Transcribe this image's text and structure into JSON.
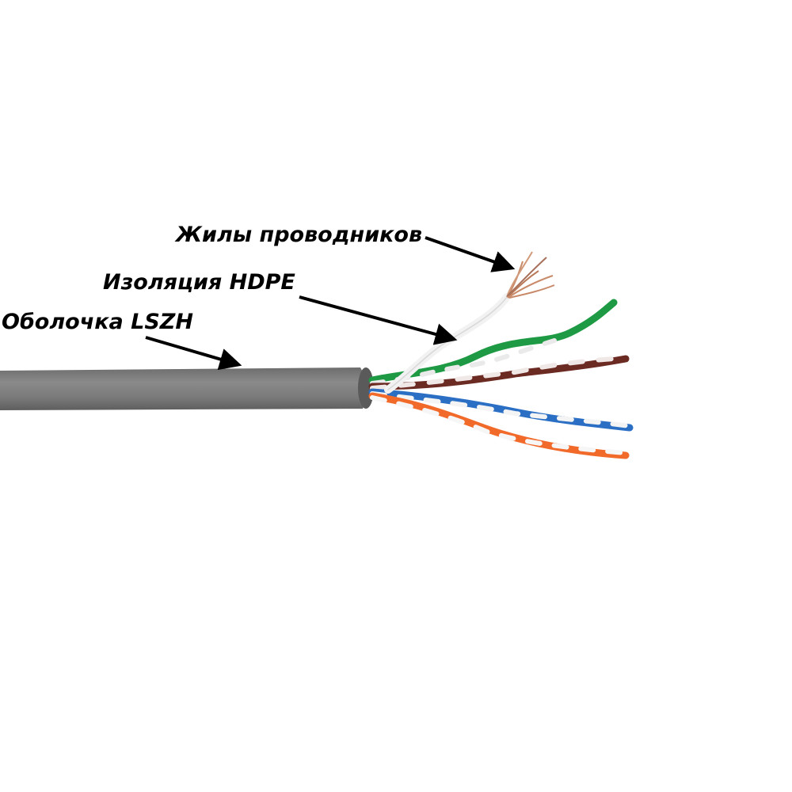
{
  "labels": {
    "conductors": "Жилы проводников",
    "insulation": "Изоляция HDPE",
    "sheath": "Оболочка LSZH"
  },
  "colors": {
    "background": "#ffffff",
    "sheath": "#7b7b7b",
    "pair_green": "#1e9a44",
    "pair_brown": "#6b2a22",
    "pair_blue": "#2b6fc4",
    "pair_orange": "#f26a2a",
    "insulation_white": "#f2f2f2",
    "copper": "#c98a6a",
    "text": "#000000"
  },
  "icons": [
    "arrow",
    "cable-illustration"
  ]
}
